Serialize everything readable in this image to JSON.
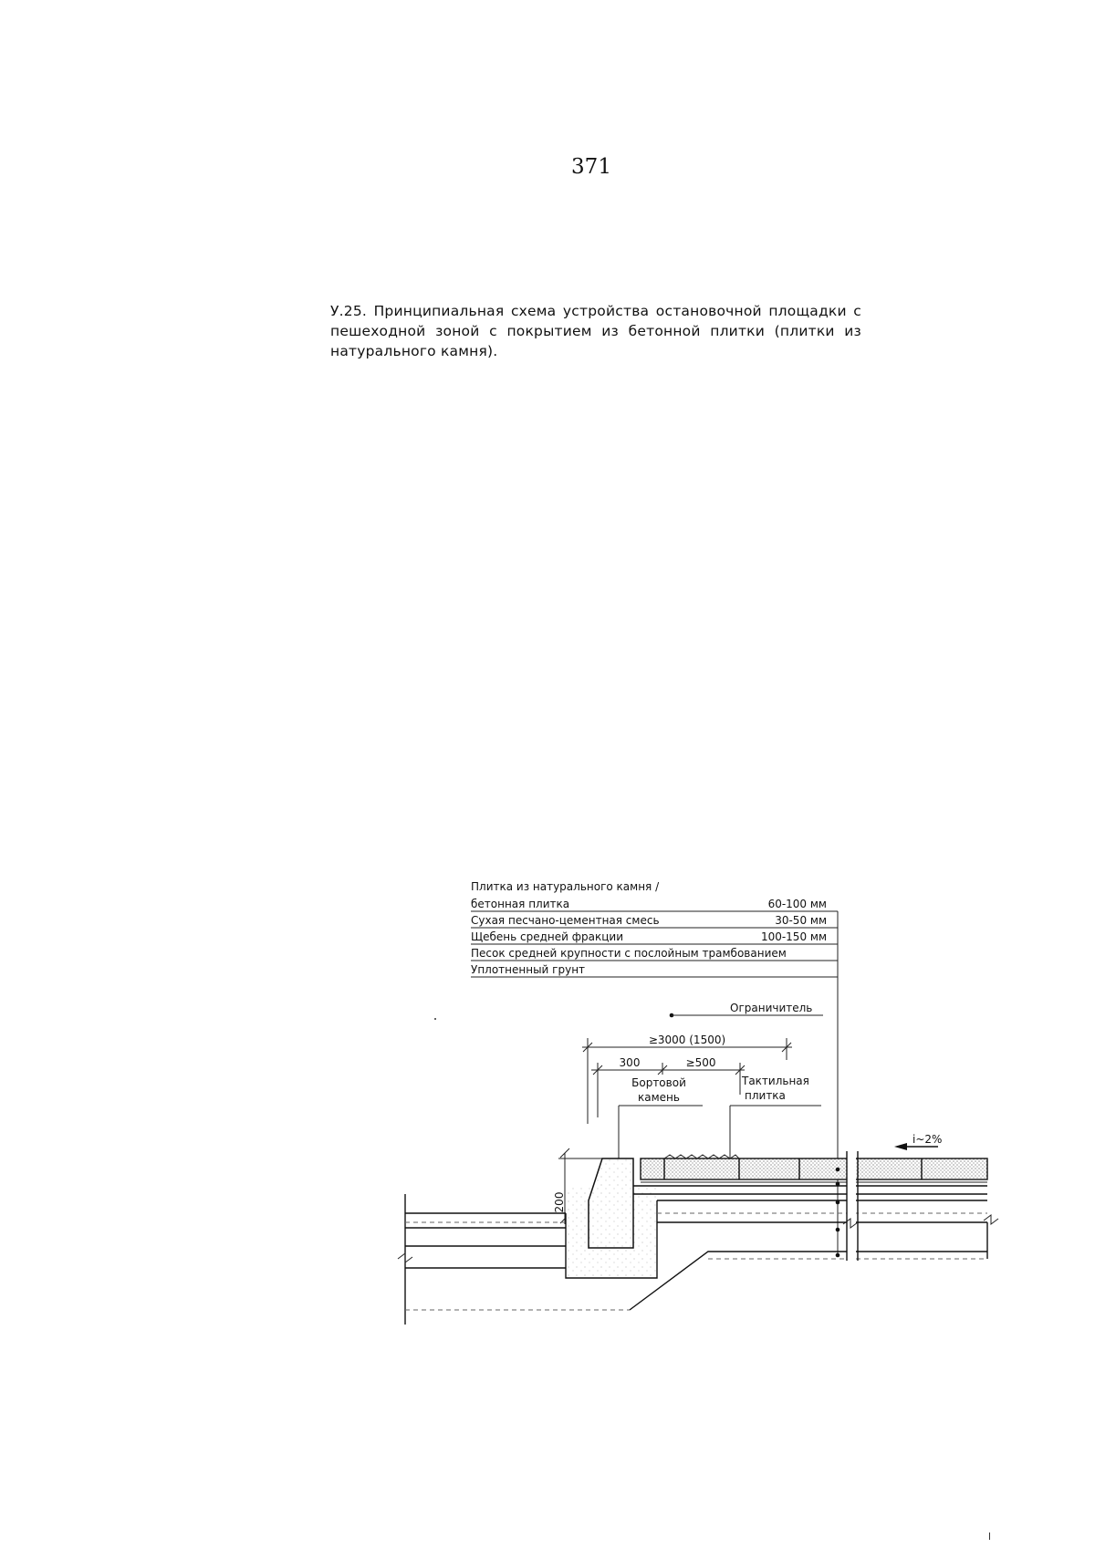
{
  "page": {
    "number": "371"
  },
  "caption": "У.25. Принципиальная схема устройства остановочной площадки с пешеходной зоной с покрытием из бетонной плитки (плитки из натурального камня).",
  "layers": [
    {
      "name": "Плитка из натурального камня /",
      "thickness": ""
    },
    {
      "name": "бетонная плитка",
      "thickness": "60-100 мм"
    },
    {
      "name": "Сухая песчано-цементная смесь",
      "thickness": "30-50 мм"
    },
    {
      "name": "Щебень средней фракции",
      "thickness": "100-150 мм"
    },
    {
      "name": "Песок средней крупности с послойным трамбованием",
      "thickness": ""
    },
    {
      "name": "Уплотненный грунт",
      "thickness": ""
    }
  ],
  "labels": {
    "limiter": "Ограничитель",
    "total_width": "≥3000 (1500)",
    "curb_width": "300",
    "gap_width": "≥500",
    "curb_line1": "Бортовой",
    "curb_line2": "камень",
    "tactile_line1": "Тактильная",
    "tactile_line2": "плитка",
    "height": "200",
    "slope": "i~2%"
  }
}
